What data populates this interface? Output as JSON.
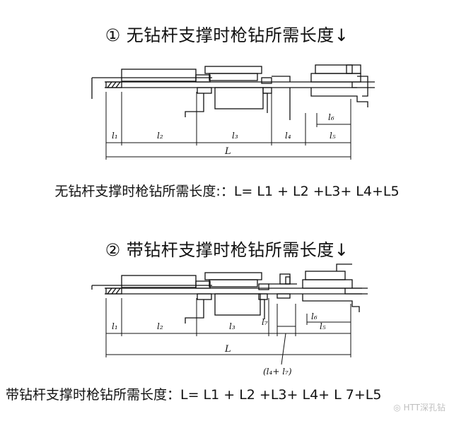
{
  "section1": {
    "title": "① 无钻杆支撑时枪钻所需长度↓",
    "formula": "无钻杆支撑时枪钻所需长度:：L= L1 + L2 +L3+ L4+L5",
    "labels": {
      "l1": "l₁",
      "l2": "l₂",
      "l3": "l₃",
      "l4": "l₄",
      "l5": "l₅",
      "l6": "l₆",
      "L": "L"
    }
  },
  "section2": {
    "title": "② 带钻杆支撑时枪钻所需长度↓",
    "formula": "带钻杆支撑时枪钻所需长度：L= L1 + L2 +L3+ L4+ L 7+L5",
    "labels": {
      "l1": "l₁",
      "l2": "l₂",
      "l3": "l₃",
      "l7": "l₇",
      "l5": "l₅",
      "l6": "l₆",
      "L": "L",
      "combo": "(l₄+ l₇)"
    }
  },
  "watermark": {
    "text": "HTT深孔钻",
    "icon": "wechat-icon"
  }
}
